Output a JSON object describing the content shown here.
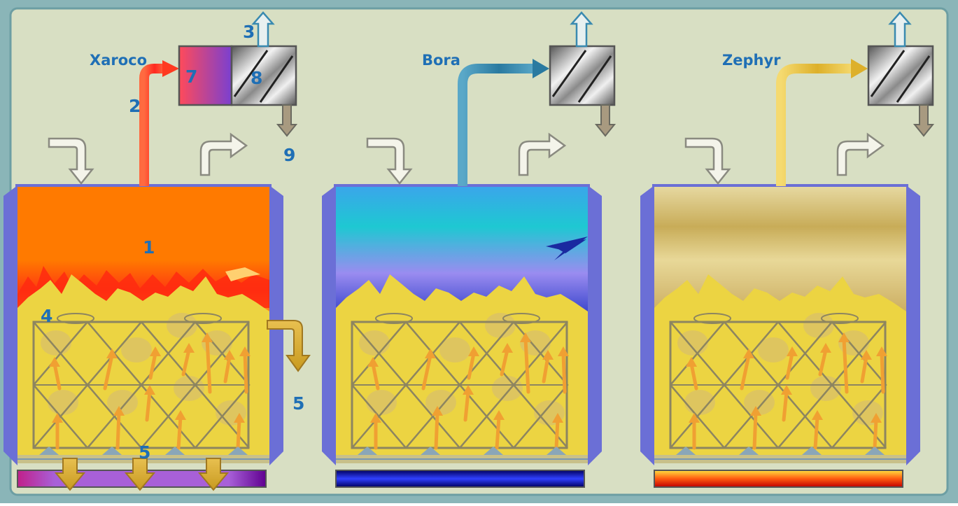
{
  "colors": {
    "background": "#d8dfc3",
    "frame": "#8ab5b8",
    "label_blue": "#1f6fb5",
    "vessel_wall": "#6b6fd6",
    "bed_yellow": "#ecd442",
    "mesh": "#8d8560",
    "flow_arrow": "#f0a032"
  },
  "diagram": {
    "units": [
      {
        "name": "Xaroco",
        "theme": "fire",
        "vent_color": "#ff5030",
        "heater": "purple"
      },
      {
        "name": "Bora",
        "theme": "cold",
        "vent_color": "#3a8ab0",
        "heater": "blue"
      },
      {
        "name": "Zephyr",
        "theme": "warm",
        "vent_color": "#e6c44a",
        "heater": "hot"
      }
    ],
    "numbers": {
      "n1": "1",
      "n2": "2",
      "n3": "3",
      "n4": "4",
      "n5a": "5",
      "n5b": "5",
      "n7": "7",
      "n8": "8",
      "n9": "9"
    }
  }
}
